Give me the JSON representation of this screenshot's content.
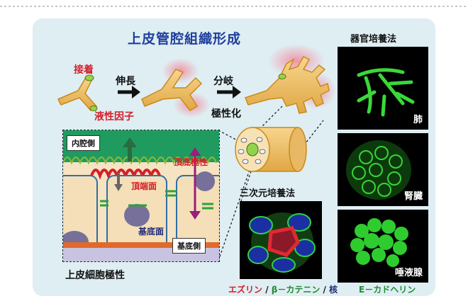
{
  "title": "上皮管腔組織形成",
  "stages": {
    "adhesion": "接着",
    "extension": "伸長",
    "branching": "分岐",
    "soluble_factor": "液性因子",
    "polarization": "極性化"
  },
  "organ_culture": {
    "heading": "器官培養法",
    "images": [
      {
        "label": "肺",
        "icon": "lung-culture-image"
      },
      {
        "label": "腎臓",
        "icon": "kidney-culture-image"
      },
      {
        "label": "唾液腺",
        "icon": "salivary-gland-culture-image"
      }
    ]
  },
  "inset": {
    "lumen_side": "内腔側",
    "apical_surface": "頂端面",
    "apical_basal_polarity": "頂底極性",
    "basal_surface": "基底面",
    "basal_side": "基底側",
    "caption": "上皮細胞極性"
  },
  "culture_3d": {
    "heading": "三次元培養法"
  },
  "legend": {
    "ezrin": "エズリン",
    "sep1": " / ",
    "beta_catenin": "β－カテニン",
    "sep2": " / ",
    "nucleus": "核",
    "ecadherin": "E－カドヘリン"
  },
  "colors": {
    "ezrin": "#d3202b",
    "beta_catenin": "#1d8a30",
    "nucleus": "#1e2a77",
    "ecadherin": "#1d8a30",
    "tube_fill": "#f3c776",
    "tube_outline": "#c98a1a"
  }
}
